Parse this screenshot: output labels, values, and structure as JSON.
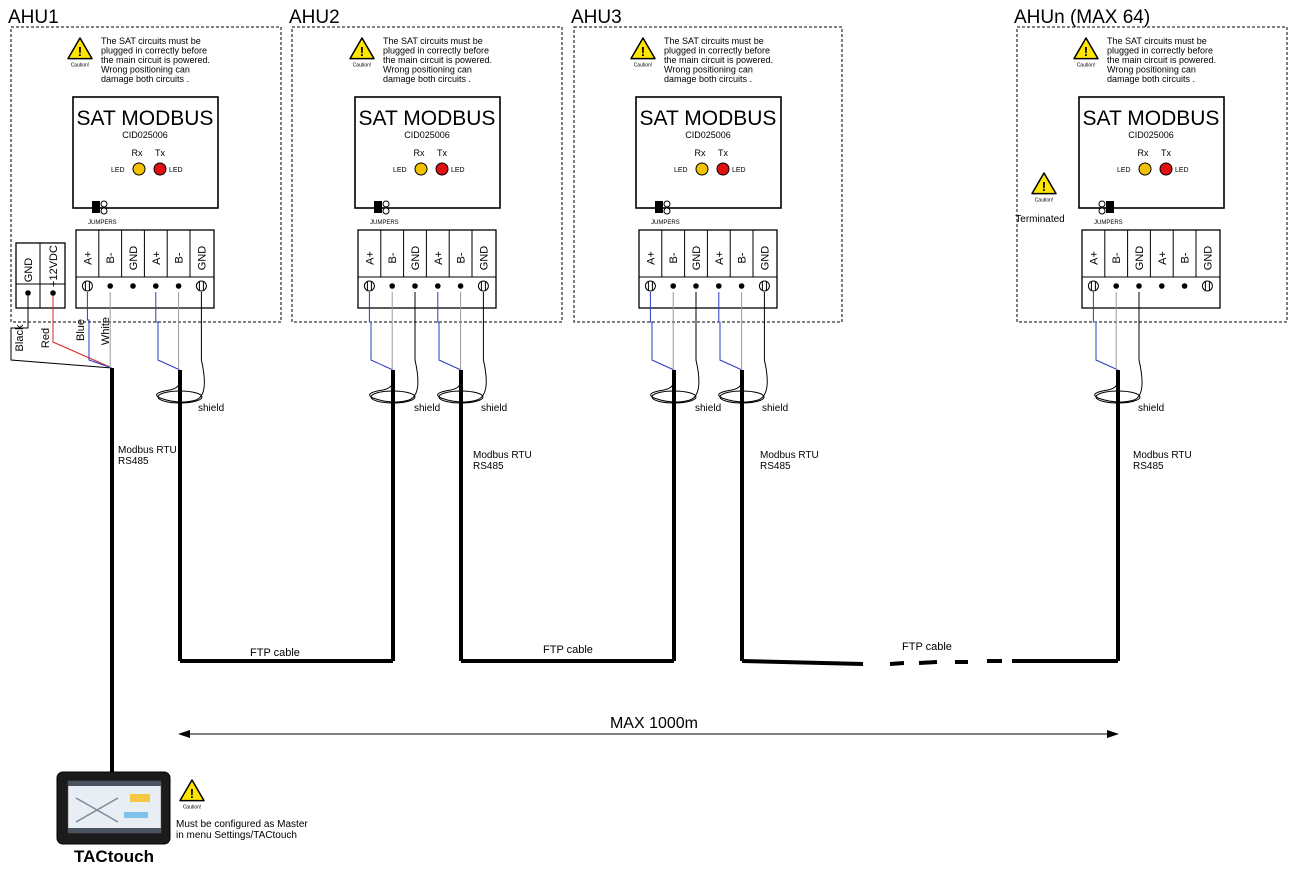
{
  "units": [
    {
      "label": "AHU1"
    },
    {
      "label": "AHU2"
    },
    {
      "label": "AHU3"
    },
    {
      "label": "AHUn (MAX 64)"
    }
  ],
  "caution_text": [
    "The SAT circuits must be",
    "plugged in correctly before",
    "the main circuit is powered.",
    "Wrong positioning can",
    "damage both circuits ."
  ],
  "caution_small": "Caution!",
  "module": {
    "title": "SAT MODBUS",
    "code": "CID025006",
    "rx": "Rx",
    "tx": "Tx",
    "led": "LED",
    "jumpers": "JUMPERS",
    "terminals": [
      "A+",
      "B-",
      "GND",
      "A+",
      "B-",
      "GND"
    ]
  },
  "power_terminals": [
    "GND",
    "+12VDC"
  ],
  "wire_labels": {
    "black": "Black",
    "red": "Red",
    "blue": "Blue",
    "white": "White"
  },
  "shield": "shield",
  "modbus": [
    "Modbus RTU",
    "RS485"
  ],
  "ftp_cable": "FTP cable",
  "max_length": "MAX 1000m",
  "terminated": "Terminated",
  "master_note": [
    "Must be configured as Master",
    "in menu Settings/TACtouch"
  ],
  "tactouch": "TACtouch",
  "colors": {
    "wire_blue": "#2a3bbf",
    "wire_red": "#d22",
    "led_rx": "#f2c200",
    "led_tx": "#e01010",
    "caution": "#ffe600"
  }
}
